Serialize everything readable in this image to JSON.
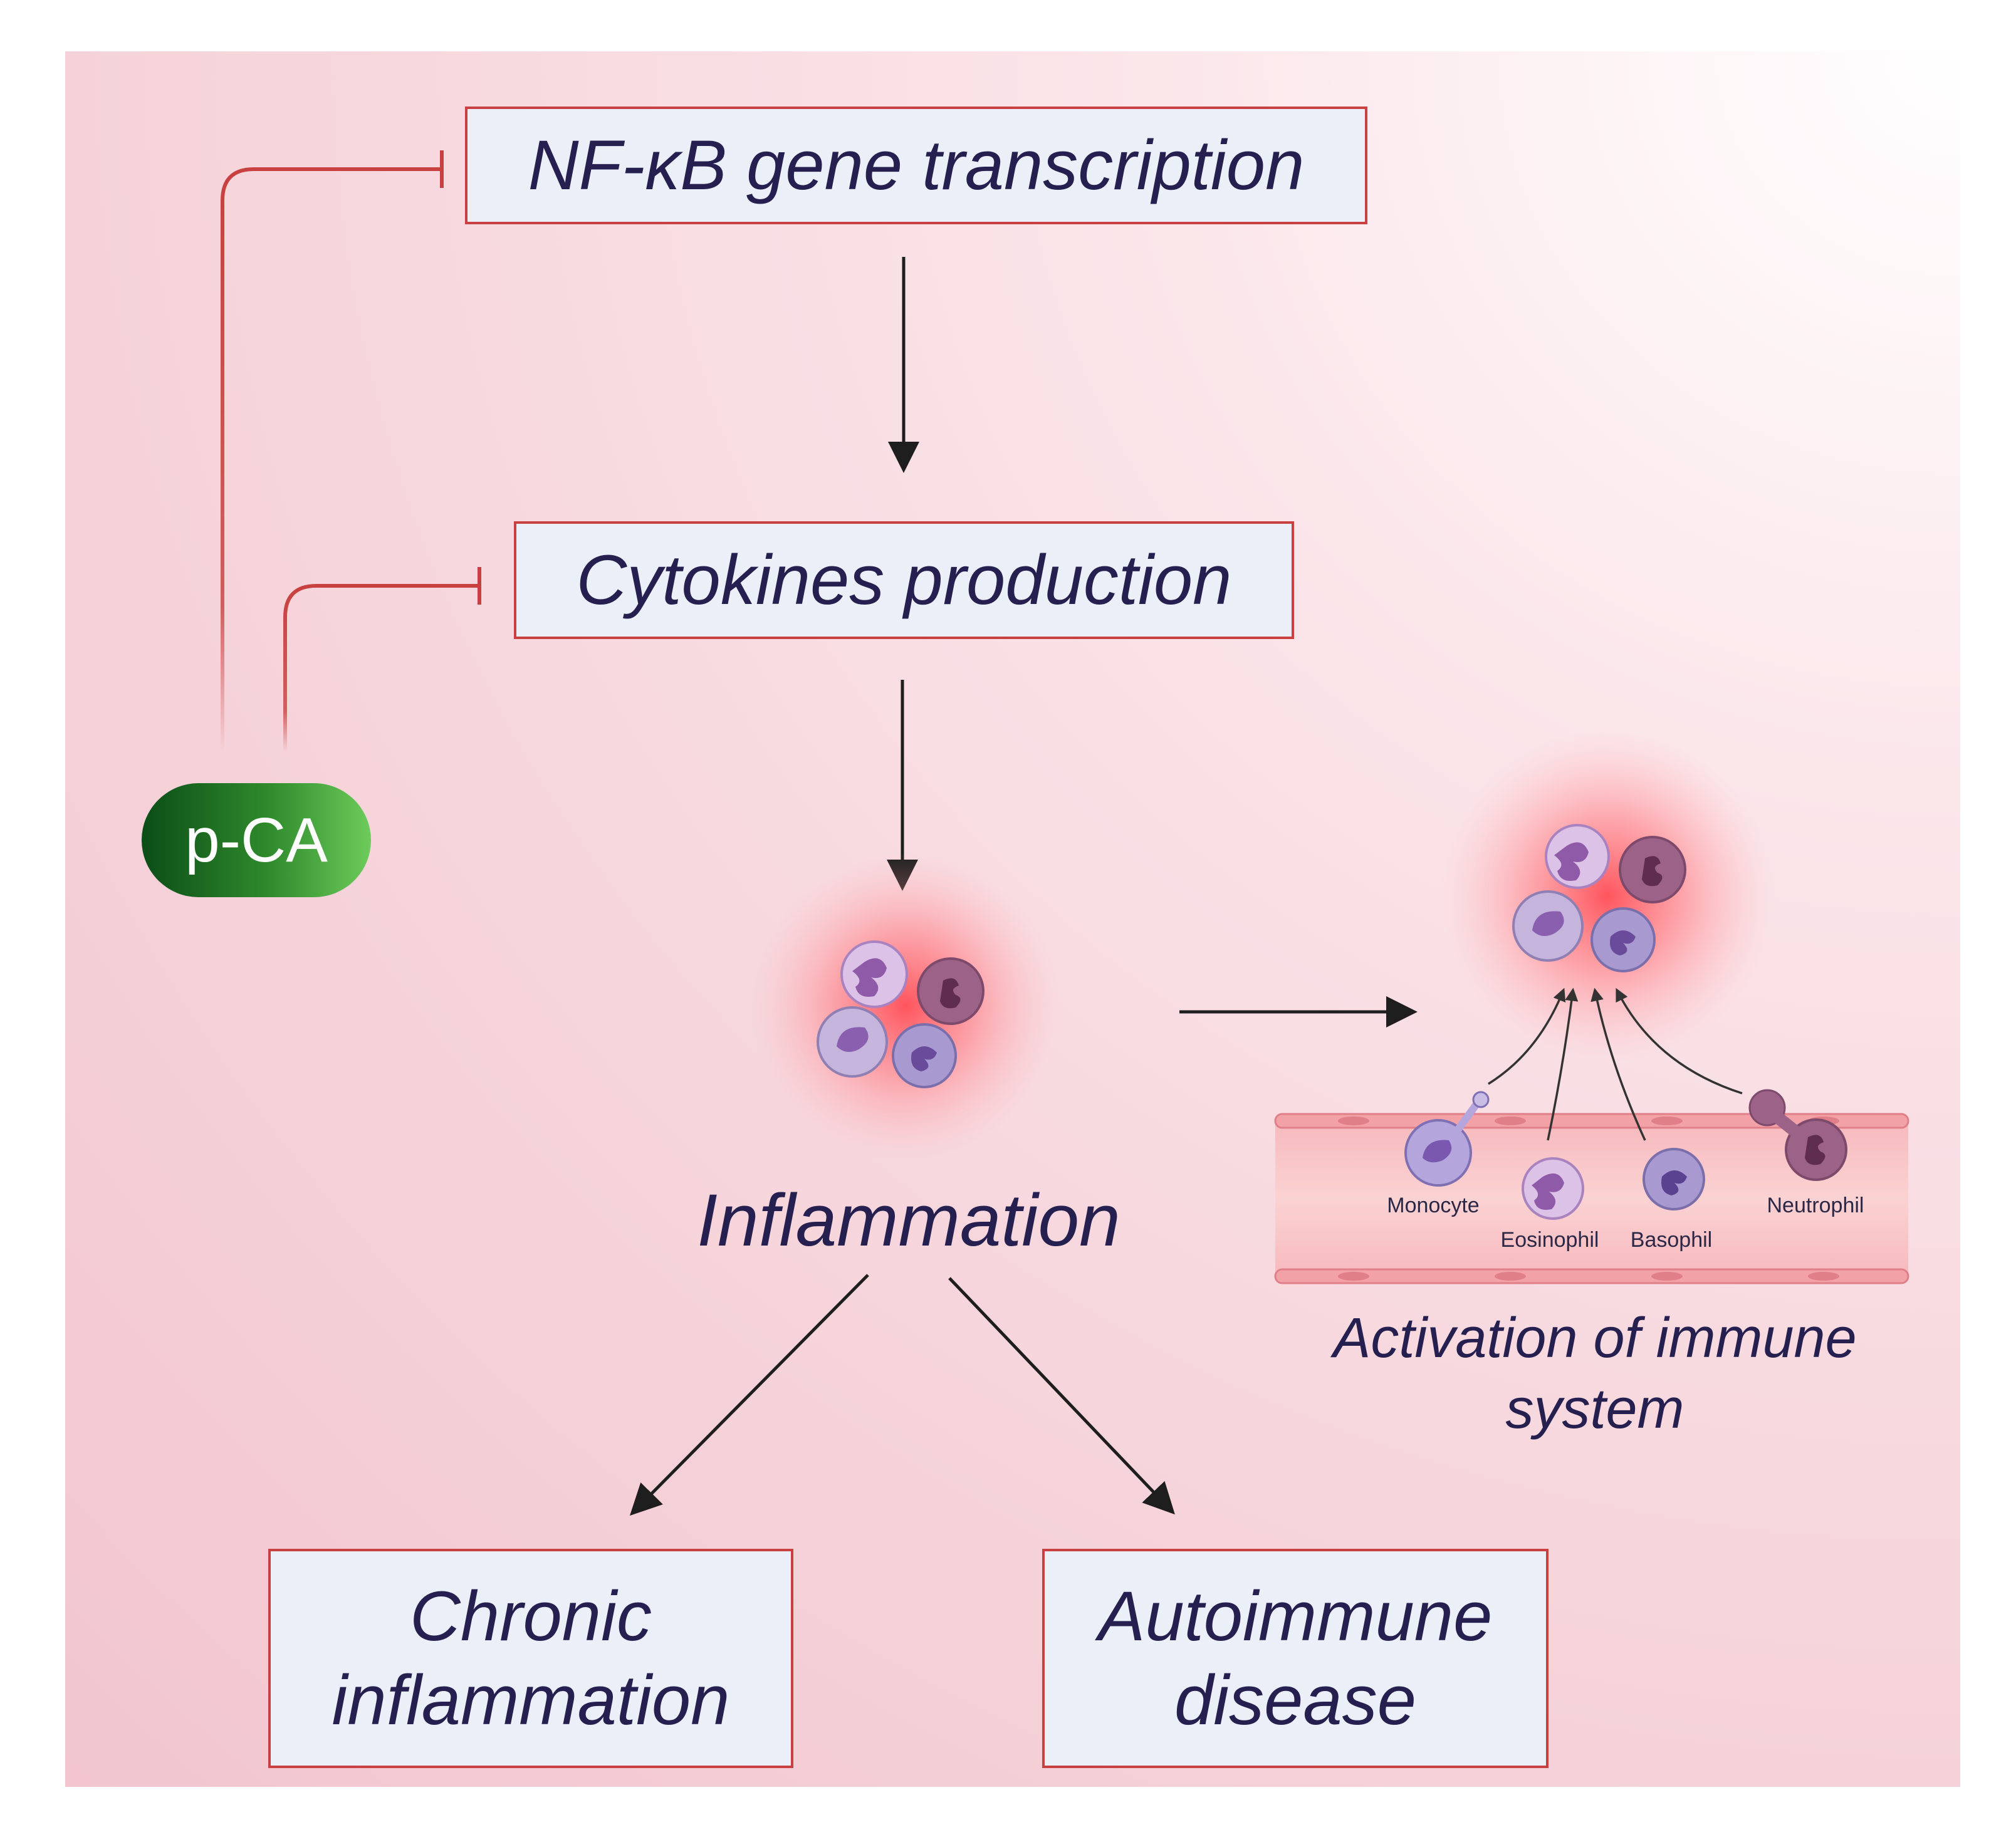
{
  "boxes": {
    "nfkb": "NF-κB gene transcription",
    "cytokines": "Cytokines production",
    "chronic": "Chronic inflammation",
    "autoimmune": "Autoimmune disease"
  },
  "labels": {
    "inflammation": "Inflammation",
    "activation": "Activation of immune system",
    "pca": "p-CA"
  },
  "cells": {
    "monocyte": "Monocyte",
    "eosinophil": "Eosinophil",
    "basophil": "Basophil",
    "neutrophil": "Neutrophil"
  },
  "colors": {
    "inhibition_line": "#c8403f",
    "arrow": "#1e1e1e",
    "box_fill": "#ebf0f8",
    "text": "#25204f",
    "pca_dark": "#0b4d17",
    "pca_light": "#6ccb5a"
  }
}
